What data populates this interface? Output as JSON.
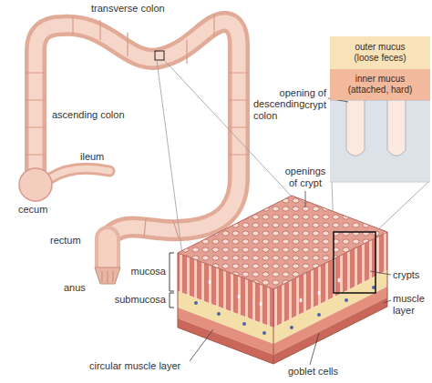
{
  "diagram": {
    "nodes": [
      {
        "text": [
          "outer mucus (loose feces)"
        ]
      },
      {
        "text": [
          "inner mucus (attached, hard)"
        ]
      }
    ],
    "labels": [
      "transverse colon",
      "ascending colon",
      "descending colon",
      "ileum",
      "cecum",
      "rectum",
      "anus",
      "mucosa",
      "submucosa",
      "circular muscle layer",
      "opening of crypt",
      "openings of crypt",
      "crypts",
      "muscle layer",
      "goblet cells"
    ]
  }
}
